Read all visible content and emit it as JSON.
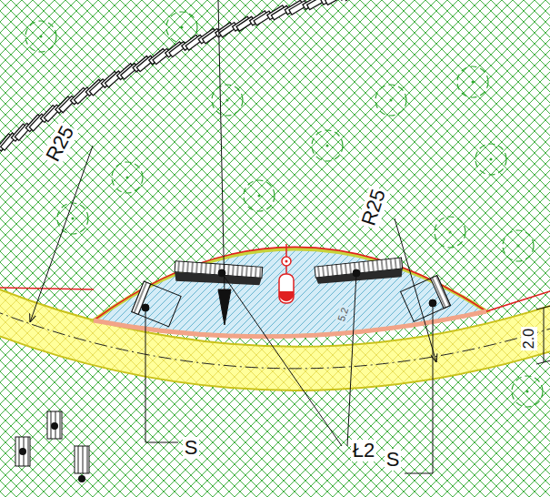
{
  "diagram": {
    "labels": [
      "R25",
      "R25",
      "Ł2",
      "S",
      "S",
      "2.0",
      "5.2"
    ]
  }
}
